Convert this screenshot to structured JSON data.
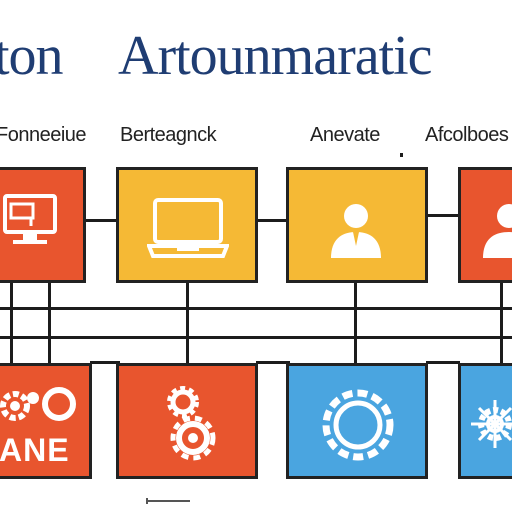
{
  "title": {
    "left_fragment": "ton",
    "main": "Artounmaratic"
  },
  "column_labels": [
    "Fonneeiue",
    "Berteagnck",
    "Anevate",
    "Afcolboes"
  ],
  "boxes": {
    "top": [
      {
        "icon": "monitor-icon",
        "color": "#e8552e"
      },
      {
        "icon": "laptop-icon",
        "color": "#f5b935"
      },
      {
        "icon": "user-icon",
        "color": "#f5b935"
      },
      {
        "icon": "user-icon",
        "color": "#e8552e"
      }
    ],
    "bottom": [
      {
        "icon": "gear-icon",
        "color": "#e8552e",
        "text": "ANE"
      },
      {
        "icon": "gears-icon",
        "color": "#e8552e"
      },
      {
        "icon": "cog-wheel-icon",
        "color": "#4aa5e0"
      },
      {
        "icon": "gear-icon",
        "color": "#4aa5e0"
      }
    ]
  },
  "colors": {
    "orange": "#e8552e",
    "yellow": "#f5b935",
    "blue": "#4aa5e0",
    "title": "#1f3d73"
  }
}
